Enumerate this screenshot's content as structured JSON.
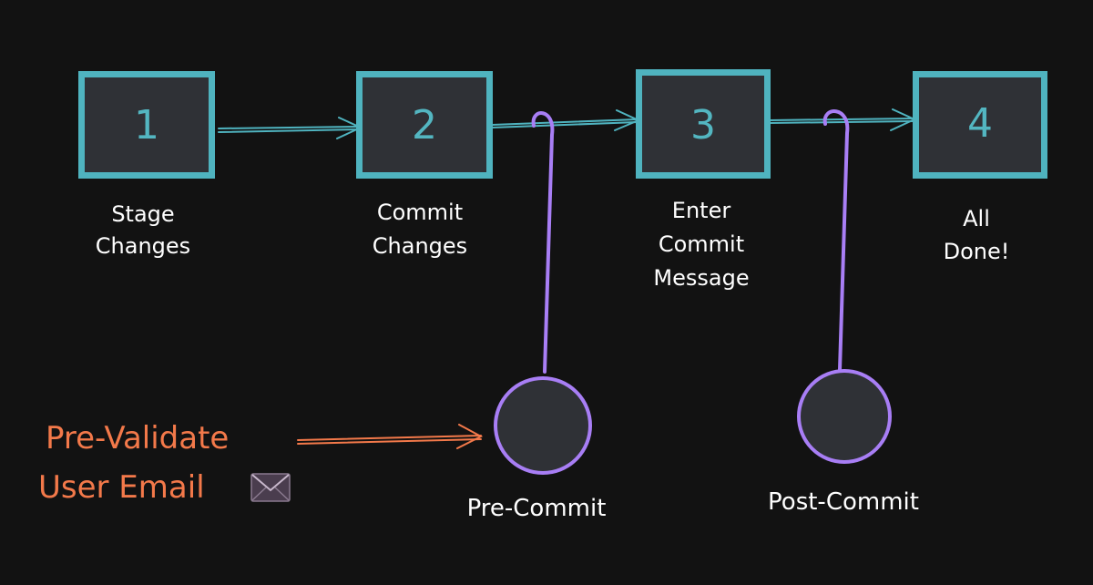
{
  "colors": {
    "background": "#121212",
    "box_fill": "#2f3136",
    "box_stroke": "#4fb3bf",
    "hook_stroke": "#a87ef5",
    "annotation": "#f3794a",
    "label_text": "#ffffff"
  },
  "steps": [
    {
      "number": "1",
      "label_lines": [
        "Stage",
        "Changes"
      ]
    },
    {
      "number": "2",
      "label_lines": [
        "Commit",
        "Changes"
      ]
    },
    {
      "number": "3",
      "label_lines": [
        "Enter",
        "Commit",
        "Message"
      ]
    },
    {
      "number": "4",
      "label_lines": [
        "All",
        "Done!"
      ]
    }
  ],
  "hooks": [
    {
      "label": "Pre-Commit"
    },
    {
      "label": "Post-Commit"
    }
  ],
  "annotation": {
    "lines": [
      "Pre-Validate",
      "User Email"
    ],
    "icon": "envelope-icon"
  }
}
